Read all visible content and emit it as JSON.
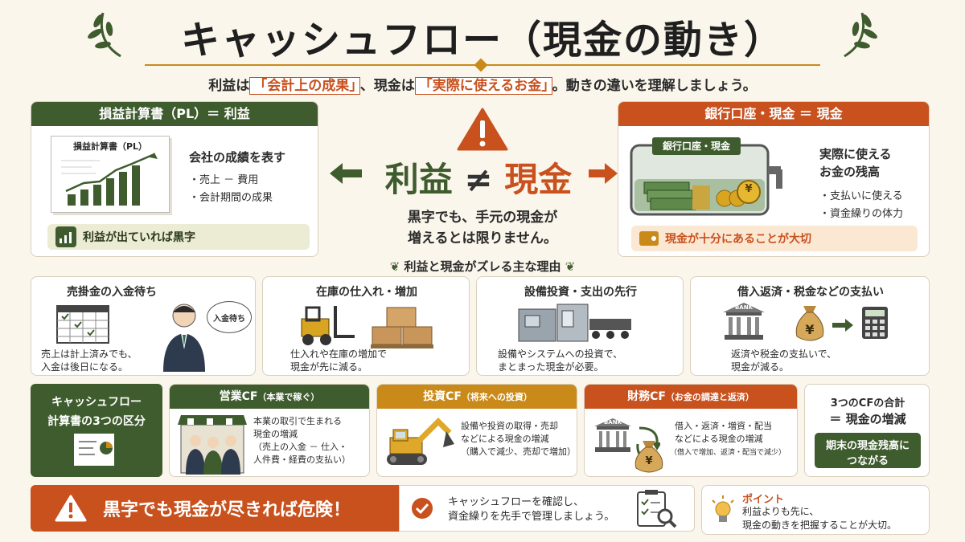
{
  "header": {
    "title": "キャッシュフロー（現金の動き）",
    "subtitle_pre": "利益は",
    "subtitle_hl1": "「会計上の成果」",
    "subtitle_mid": "、現金は",
    "subtitle_hl2": "「実際に使えるお金」",
    "subtitle_post": "。動きの違いを理解しましょう。"
  },
  "pl": {
    "header": "損益計算書（PL）＝ 利益",
    "doc_title": "損益計算書（PL）",
    "lead": "会社の成績を表す",
    "bullets": [
      "・売上 － 費用",
      "・会計期間の成果"
    ],
    "footer": "利益が出ていれば黒字"
  },
  "bank": {
    "header": "銀行口座・現金 ＝ 現金",
    "label": "銀行口座・現金",
    "lead1": "実際に使える",
    "lead2": "お金の残高",
    "bullets": [
      "・支払いに使える",
      "・資金繰りの体力"
    ],
    "footer": "現金が十分にあることが大切",
    "yen": "¥"
  },
  "center": {
    "profit": "利益",
    "neq": "≠",
    "cash": "現金",
    "line1": "黒字でも、手元の現金が",
    "line2": "増えるとは限りません。"
  },
  "reasons": {
    "title": "利益と現金がズレる主な理由",
    "items": [
      {
        "title": "売掛金の入金待ち",
        "bubble": "入金待ち",
        "desc1": "売上は計上済みでも、",
        "desc2": "入金は後日になる。"
      },
      {
        "title": "在庫の仕入れ・増加",
        "desc1": "仕入れや在庫の増加で",
        "desc2": "現金が先に減る。"
      },
      {
        "title": "設備投資・支出の先行",
        "desc1": "設備やシステムへの投資で、",
        "desc2": "まとまった現金が必要。"
      },
      {
        "title": "借入返済・税金などの支払い",
        "bank_label": "BANK",
        "yen": "¥",
        "desc1": "返済や税金の支払いで、",
        "desc2": "現金が減る。"
      }
    ]
  },
  "cf": {
    "intro1": "キャッシュフロー",
    "intro2": "計算書の3つの区分",
    "operating": {
      "title": "営業CF",
      "sub": "（本業で稼ぐ）",
      "desc": [
        "本業の取引で生まれる",
        "現金の増減",
        "（売上の入金 － 仕入・",
        "人件費・経費の支払い）"
      ]
    },
    "investing": {
      "title": "投資CF",
      "sub": "（将来への投資）",
      "desc": [
        "設備や投資の取得・売却",
        "などによる現金の増減",
        "（購入で減少、売却で増加）"
      ]
    },
    "financing": {
      "title": "財務CF",
      "sub": "（お金の調達と返済）",
      "bank_label": "BANK",
      "yen": "¥",
      "desc": [
        "借入・返済・増資・配当",
        "などによる現金の増減",
        "（借入で増加、返済・配当で減少）"
      ]
    },
    "total": {
      "line1": "3つのCFの合計",
      "line2": "＝ 現金の増減",
      "box": [
        "期末の現金残高に",
        "つながる"
      ]
    }
  },
  "bottom": {
    "warning": "黒字でも現金が尽きれば危険！",
    "check1": "キャッシュフローを確認し、",
    "check2": "資金繰りを先手で管理しましょう。",
    "point_label": "ポイント",
    "point1": "利益よりも先に、",
    "point2": "現金の動きを把握することが大切。"
  },
  "colors": {
    "green": "#3f5c2e",
    "orange": "#c8511e",
    "gold": "#c98a1a",
    "cream": "#fbf6ec"
  }
}
